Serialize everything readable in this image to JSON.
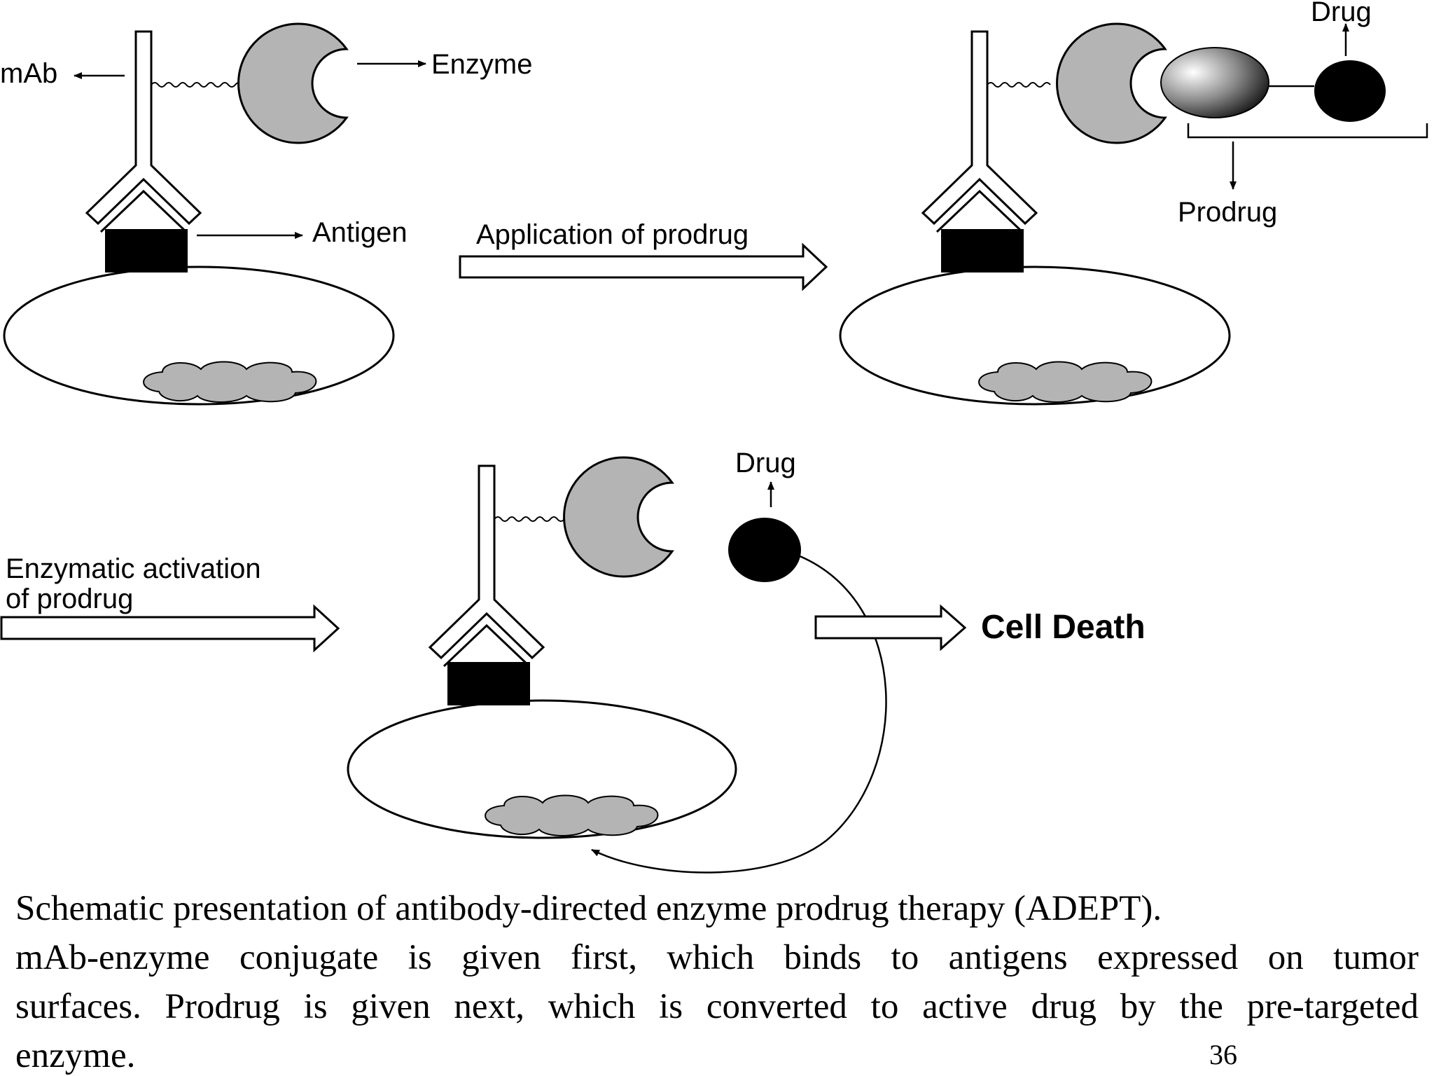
{
  "labels": {
    "mab": "mAb",
    "enzyme": "Enzyme",
    "antigen": "Antigen",
    "application_of_prodrug": "Application of prodrug",
    "drug_top": "Drug",
    "prodrug": "Prodrug",
    "enzymatic_activation_line1": "Enzymatic activation",
    "enzymatic_activation_line2": "of prodrug",
    "drug_bottom": "Drug",
    "cell_death": "Cell Death"
  },
  "caption": {
    "title": "Schematic presentation of antibody-directed enzyme prodrug therapy (ADEPT).",
    "line2": "mAb-enzyme conjugate is given first, which binds to antigens expressed on tumor",
    "line3": "surfaces. Prodrug is given next, which is converted to active drug by the pre-targeted",
    "line4": "enzyme."
  },
  "page_number": "36",
  "colors": {
    "enzyme_fill": "#b4b4b4",
    "nucleus_fill": "#b4b4b4",
    "antigen_fill": "#000000",
    "drug_fill": "#000000"
  }
}
